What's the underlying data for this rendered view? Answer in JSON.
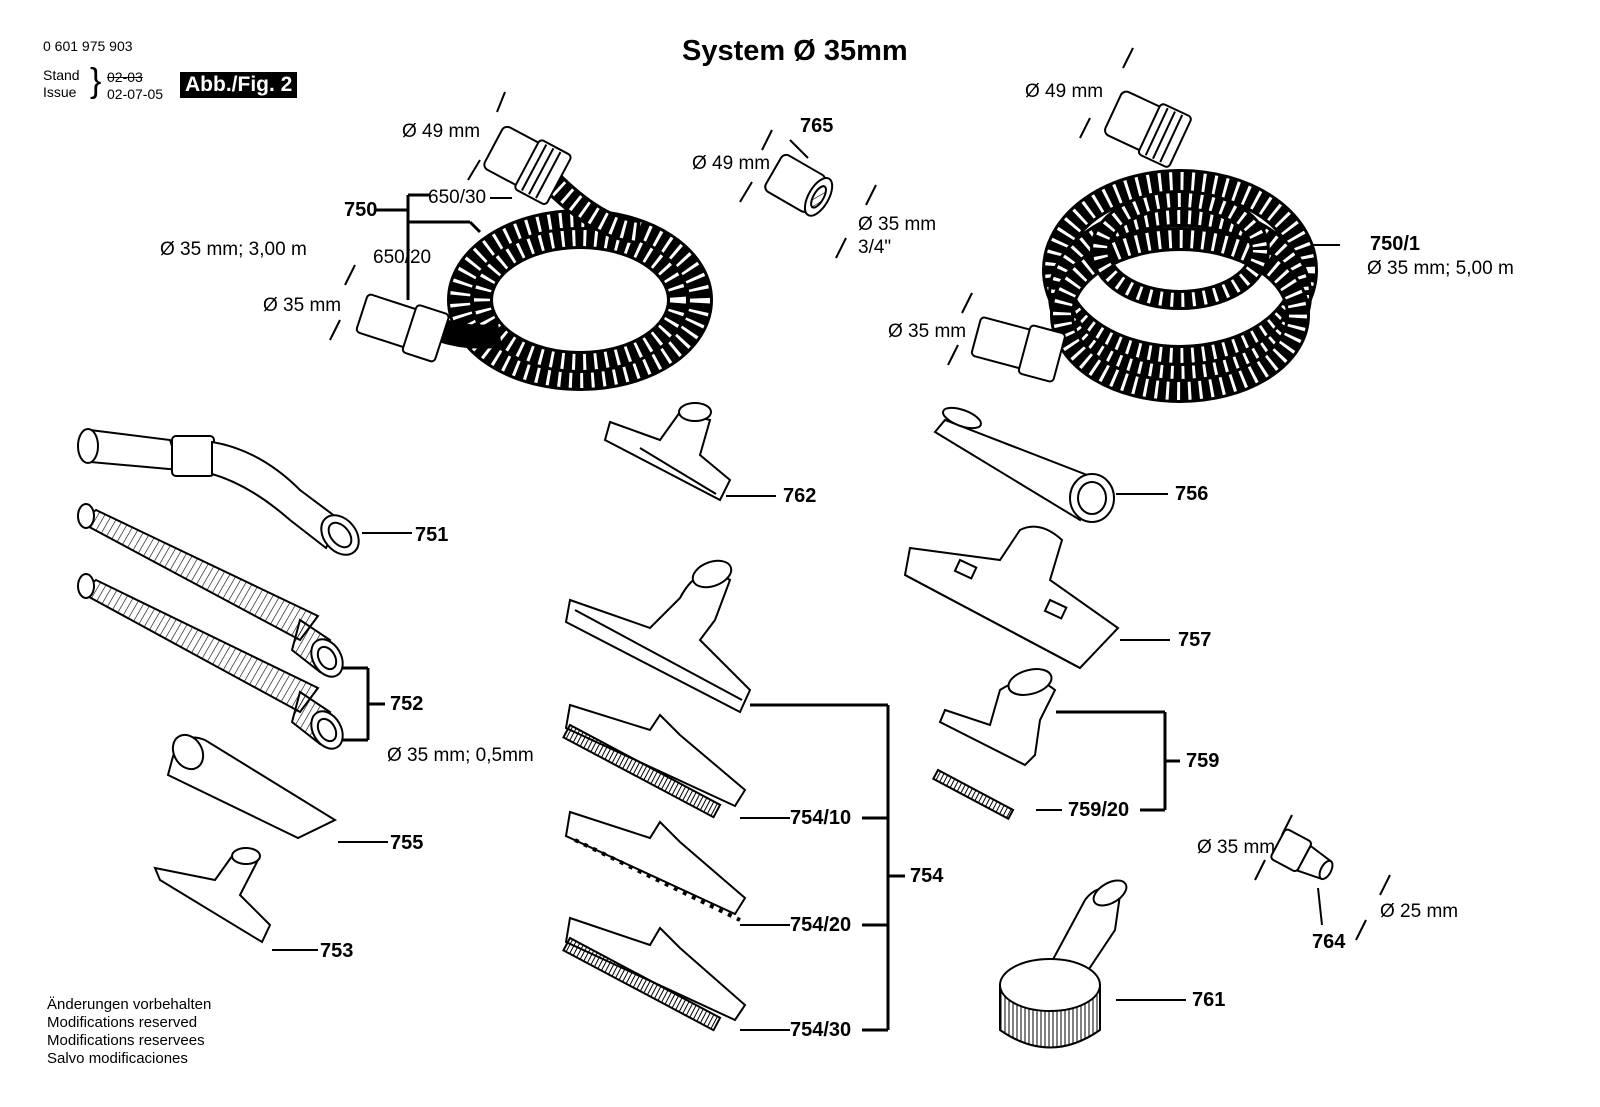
{
  "header": {
    "doc_number": "0 601 975 903",
    "stand_label": "Stand",
    "issue_label": "Issue",
    "stand_date": "02-03",
    "issue_date": "02-07-05",
    "fig_label": "Abb./Fig. 2",
    "title": "System Ø 35mm"
  },
  "footer": {
    "notes": [
      "Änderungen vorbehalten",
      "Modifications reserved",
      "Modifications reservees",
      "Salvo modificaciones"
    ]
  },
  "parts": {
    "p750": "750",
    "p650_30": "650/30",
    "p650_20": "650/20",
    "p765": "765",
    "p750_1": "750/1",
    "p751": "751",
    "p752": "752",
    "p753": "753",
    "p754": "754",
    "p754_10": "754/10",
    "p754_20": "754/20",
    "p754_30": "754/30",
    "p755": "755",
    "p756": "756",
    "p757": "757",
    "p759": "759",
    "p759_20": "759/20",
    "p761": "761",
    "p762": "762",
    "p764": "764"
  },
  "dims": {
    "hose1_top": "Ø 49 mm",
    "hose1_spec": "Ø 35 mm; 3,00 m",
    "hose1_end": "Ø 35 mm",
    "adapter_in": "Ø 49 mm",
    "adapter_out": "Ø 35 mm",
    "adapter_thread": "3/4\"",
    "hose2_top": "Ø 49 mm",
    "hose2_spec": "Ø 35 mm; 5,00 m",
    "hose2_end": "Ø 35 mm",
    "tubes_spec": "Ø 35 mm; 0,5mm",
    "reducer_in": "Ø 35 mm",
    "reducer_out": "Ø 25 mm"
  }
}
